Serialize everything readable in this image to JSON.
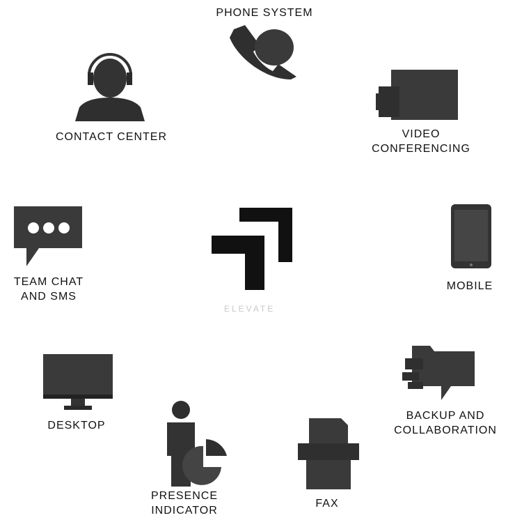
{
  "center": {
    "logo": "elevate-logo-icon",
    "text": "ELEVATE"
  },
  "items": [
    {
      "key": "phone",
      "icon": "phone-icon",
      "lines": [
        "PHONE SYSTEM"
      ]
    },
    {
      "key": "video",
      "icon": "video-camera-icon",
      "lines": [
        "VIDEO",
        "CONFERENCING"
      ]
    },
    {
      "key": "mobile",
      "icon": "smartphone-icon",
      "lines": [
        "MOBILE"
      ]
    },
    {
      "key": "backup",
      "icon": "backup-collaboration-icon",
      "lines": [
        "BACKUP AND",
        "COLLABORATION"
      ]
    },
    {
      "key": "fax",
      "icon": "fax-icon",
      "lines": [
        "FAX"
      ]
    },
    {
      "key": "presence",
      "icon": "presence-indicator-icon",
      "lines": [
        "PRESENCE",
        "INDICATOR"
      ]
    },
    {
      "key": "desktop",
      "icon": "desktop-monitor-icon",
      "lines": [
        "DESKTOP"
      ]
    },
    {
      "key": "chat",
      "icon": "chat-bubble-icon",
      "lines": [
        "TEAM CHAT",
        "AND SMS"
      ]
    },
    {
      "key": "contact",
      "icon": "headset-agent-icon",
      "lines": [
        "CONTACT CENTER"
      ]
    }
  ],
  "colors": {
    "icon": "#2f2f2f",
    "text": "#111111"
  }
}
